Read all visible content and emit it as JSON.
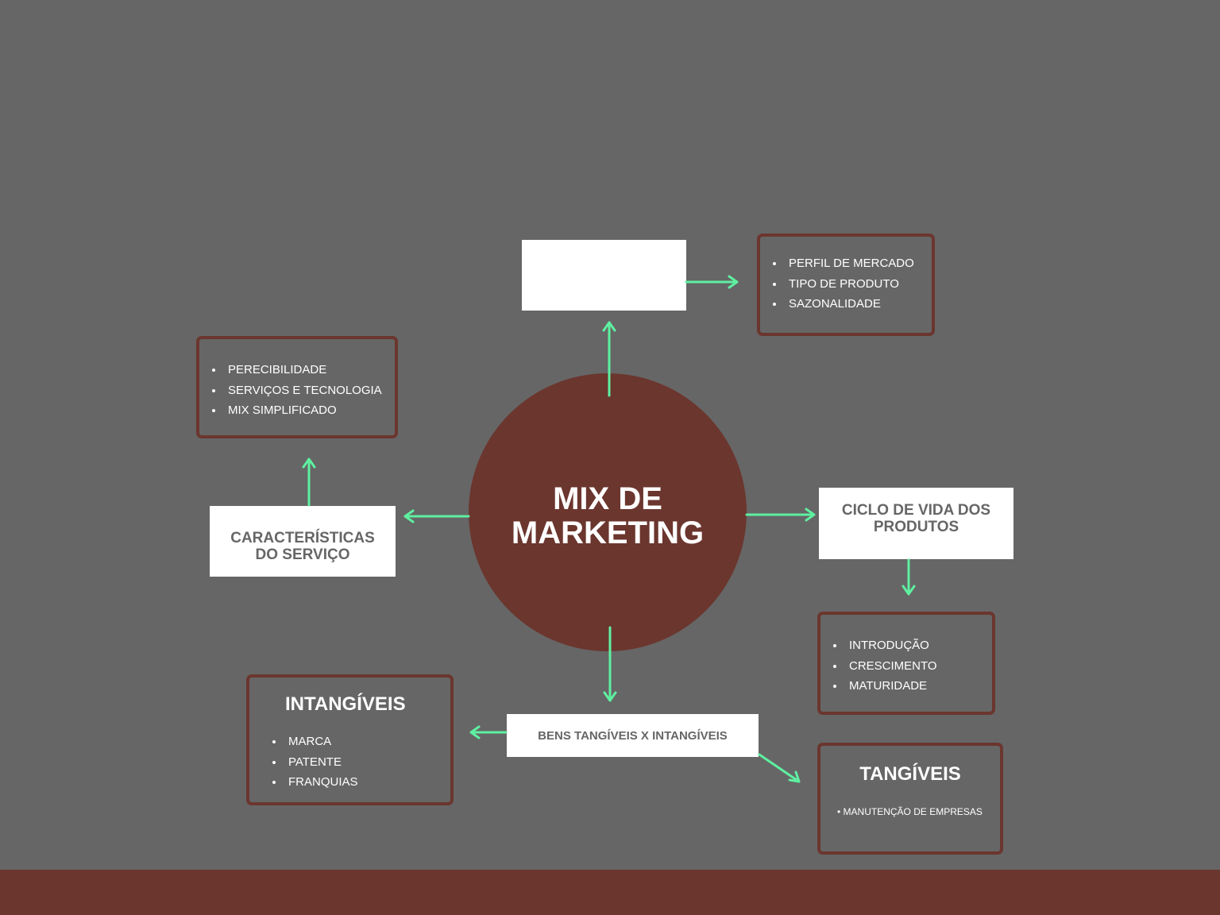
{
  "center": {
    "line1": "MIX DE",
    "line2": "MARKETING"
  },
  "nodes": {
    "top_blank": "",
    "caracteristicas": {
      "line1": "CARACTERÍSTICAS",
      "line2": "DO SERVIÇO"
    },
    "ciclo": {
      "line1": "CICLO DE VIDA DOS",
      "line2": "PRODUTOS"
    },
    "bens": "BENS TANGÍVEIS X INTANGÍVEIS"
  },
  "lists": {
    "mercado": [
      "PERFIL DE MERCADO",
      "TIPO DE PRODUTO",
      "SAZONALIDADE"
    ],
    "servico": [
      "PERECIBILIDADE",
      "SERVIÇOS E TECNOLOGIA",
      "MIX SIMPLIFICADO"
    ],
    "ciclo": [
      "INTRODUÇÃO",
      "CRESCIMENTO",
      "MATURIDADE"
    ],
    "intangiveis": {
      "title": "INTANGÍVEIS",
      "items": [
        "MARCA",
        "PATENTE",
        "FRANQUIAS"
      ]
    },
    "tangiveis": {
      "title": "TANGÍVEIS",
      "item": "• MANUTENÇÃO DE EMPRESAS"
    }
  },
  "colors": {
    "background": "#666666",
    "brown": "#6b362e",
    "arrow": "#5ef0a0"
  }
}
